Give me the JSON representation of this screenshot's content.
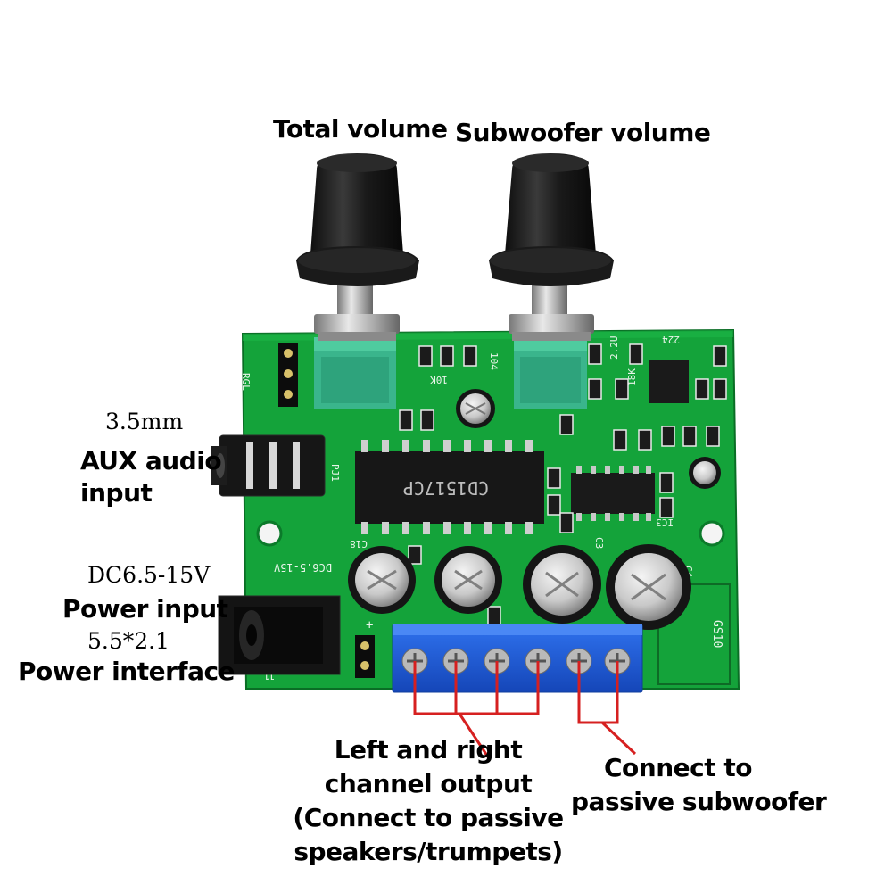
{
  "labels": {
    "total_volume": "Total volume",
    "subwoofer_volume": "Subwoofer volume",
    "aux_size": "3.5mm",
    "aux_line1": "AUX audio",
    "aux_line2": "input",
    "dc_range": "DC6.5-15V",
    "power_input": "Power input",
    "power_size": "5.5*2.1",
    "power_interface": "Power interface",
    "lr_line1": "Left and right",
    "lr_line2": "channel output",
    "lr_line3": "(Connect to passive",
    "lr_line4": "speakers/trumpets)",
    "sub_line1": "Connect to",
    "sub_line2": "passive subwoofer"
  },
  "board": {
    "chip_main": "CD1517CP",
    "silk_dc": "DC6.5-15V",
    "silk_gs": "GS10",
    "silk_pj": "PJ1",
    "silk_j1": "J1",
    "silk_ic3": "IC3",
    "silk_c18": "C18",
    "silk_c4": "C4",
    "silk_c3": "C3",
    "silk_10k": "10K",
    "silk_104": "104",
    "silk_224": "224",
    "silk_18k": "18K",
    "silk_2_2u": "2.2U",
    "silk_rgl": "RGL"
  },
  "colors": {
    "pcb": "#14a33a",
    "terminal": "#1e5bd6",
    "wire": "#d62020",
    "knob": "#1c1c1c"
  }
}
